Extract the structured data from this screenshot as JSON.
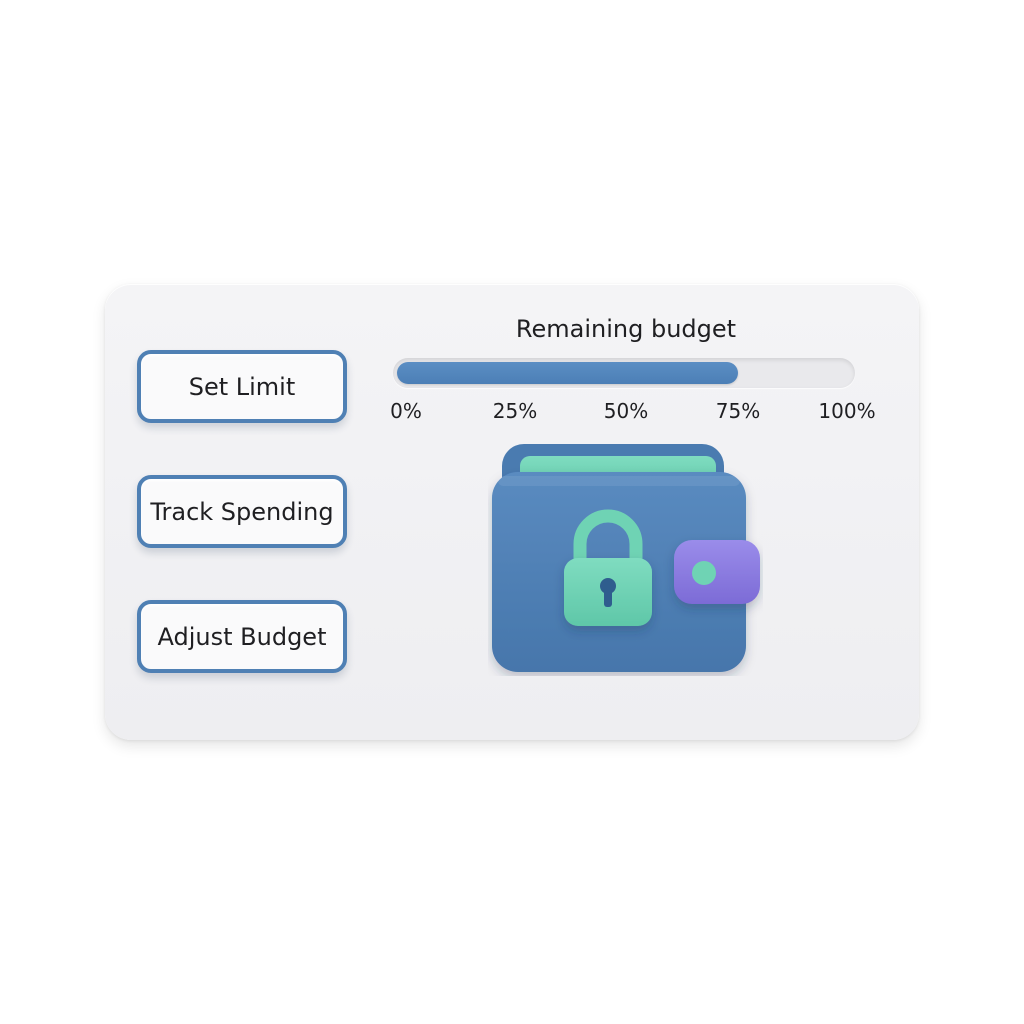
{
  "actions": {
    "set_limit": "Set Limit",
    "track_spending": "Track Spending",
    "adjust_budget": "Adjust Budget"
  },
  "budget": {
    "title": "Remaining budget",
    "remaining_fraction": 0.75,
    "ticks": [
      "0%",
      "25%",
      "50%",
      "75%",
      "100%"
    ]
  },
  "wallet": {
    "icon": "wallet-lock-icon",
    "colors": {
      "body": "#4f80b4",
      "card": "#6fd3b4",
      "lock": "#6fd3b4",
      "clasp": "#8b7be0"
    }
  },
  "colors": {
    "accent": "#4f80b4",
    "card_bg": "#f2f2f4"
  }
}
